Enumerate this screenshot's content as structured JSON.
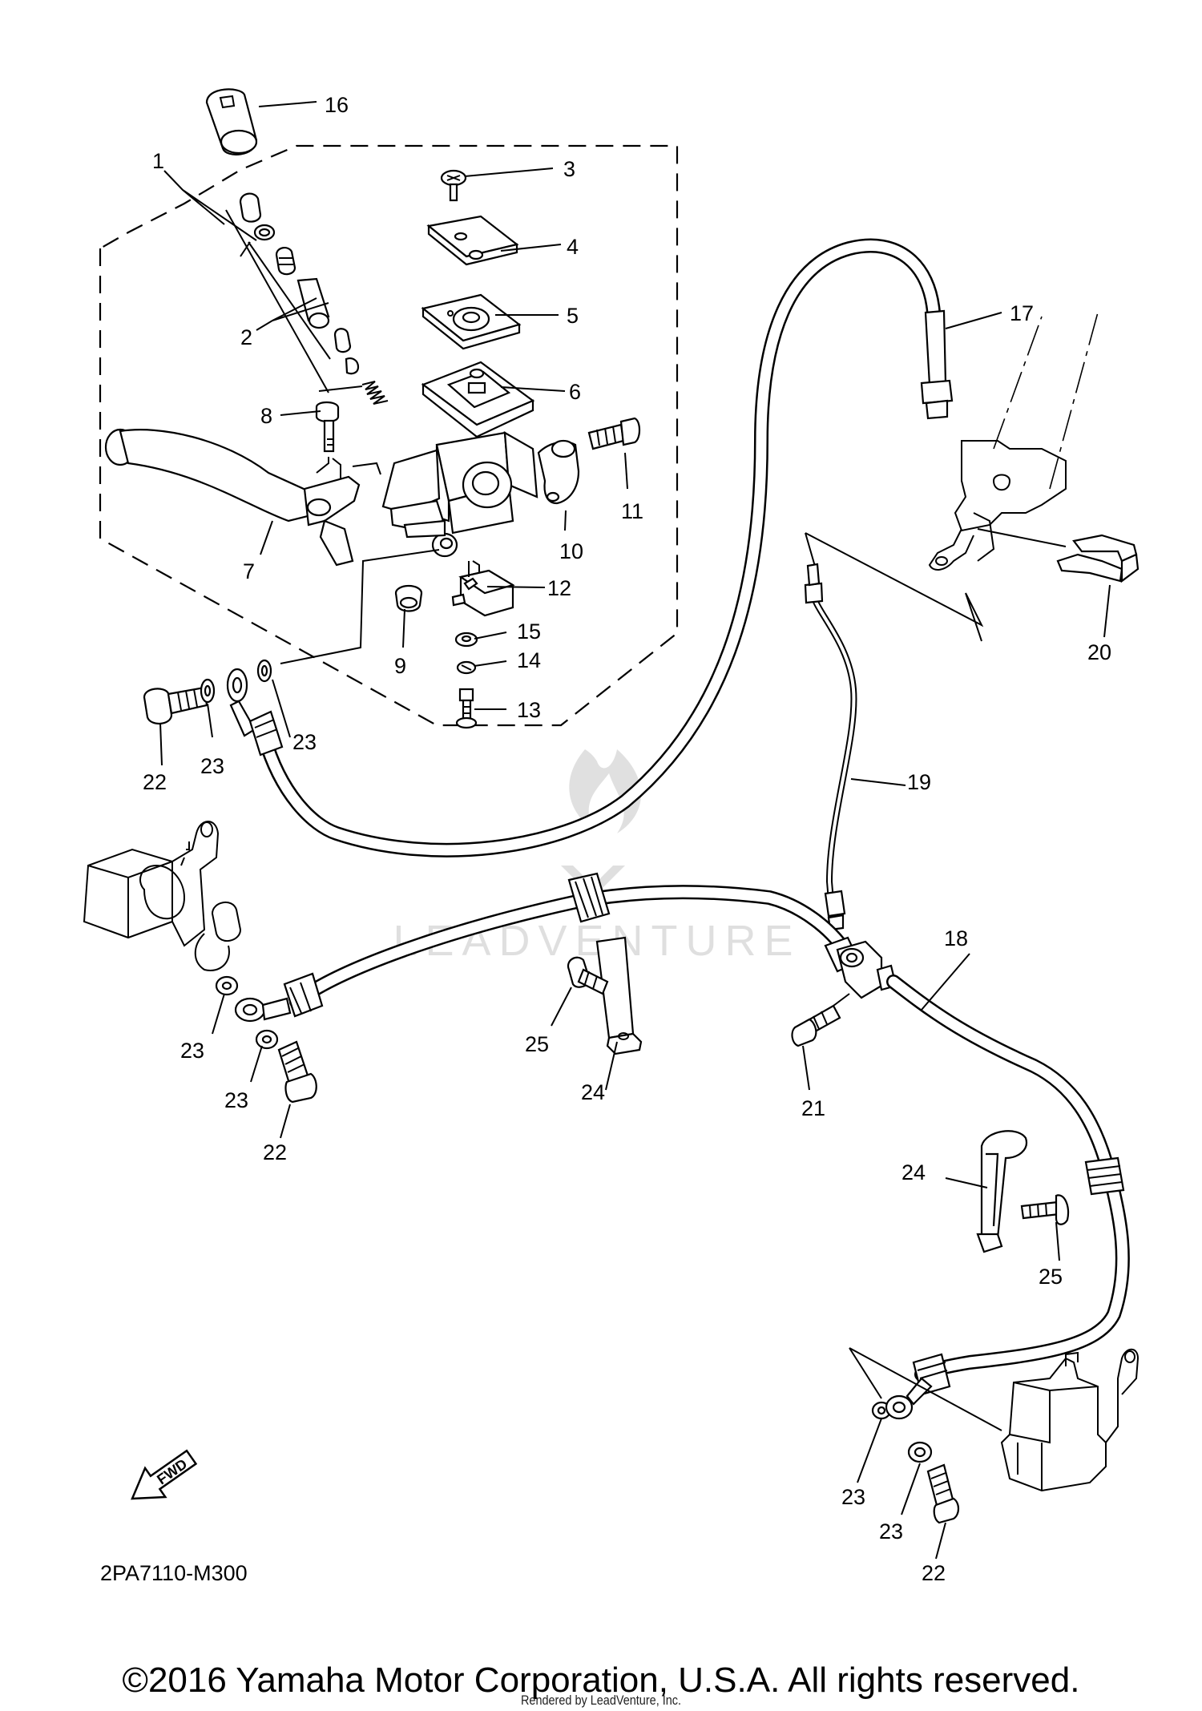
{
  "diagram": {
    "code": "2PA7110-M300",
    "fwd_label": "FWD",
    "watermark": "LEADVENTURE",
    "callouts": [
      {
        "id": "c16",
        "n": "16"
      },
      {
        "id": "c1",
        "n": "1"
      },
      {
        "id": "c3",
        "n": "3"
      },
      {
        "id": "c4",
        "n": "4"
      },
      {
        "id": "c5",
        "n": "5"
      },
      {
        "id": "c2",
        "n": "2"
      },
      {
        "id": "c6",
        "n": "6"
      },
      {
        "id": "c8",
        "n": "8"
      },
      {
        "id": "c11",
        "n": "11"
      },
      {
        "id": "c7",
        "n": "7"
      },
      {
        "id": "c10",
        "n": "10"
      },
      {
        "id": "c12",
        "n": "12"
      },
      {
        "id": "c9",
        "n": "9"
      },
      {
        "id": "c15",
        "n": "15"
      },
      {
        "id": "c14",
        "n": "14"
      },
      {
        "id": "c13",
        "n": "13"
      },
      {
        "id": "c23a",
        "n": "23"
      },
      {
        "id": "c22a",
        "n": "22"
      },
      {
        "id": "c23b",
        "n": "23"
      },
      {
        "id": "c17",
        "n": "17"
      },
      {
        "id": "c20",
        "n": "20"
      },
      {
        "id": "c19",
        "n": "19"
      },
      {
        "id": "c18",
        "n": "18"
      },
      {
        "id": "c23c",
        "n": "23"
      },
      {
        "id": "c23d",
        "n": "23"
      },
      {
        "id": "c22b",
        "n": "22"
      },
      {
        "id": "c25a",
        "n": "25"
      },
      {
        "id": "c24a",
        "n": "24"
      },
      {
        "id": "c21",
        "n": "21"
      },
      {
        "id": "c24b",
        "n": "24"
      },
      {
        "id": "c25b",
        "n": "25"
      },
      {
        "id": "c23e",
        "n": "23"
      },
      {
        "id": "c23f",
        "n": "23"
      },
      {
        "id": "c22c",
        "n": "22"
      }
    ]
  },
  "footer": {
    "copyright": "©2016 Yamaha Motor Corporation, U.S.A. All rights reserved.",
    "rendered_by": "Rendered by LeadVenture, Inc."
  }
}
